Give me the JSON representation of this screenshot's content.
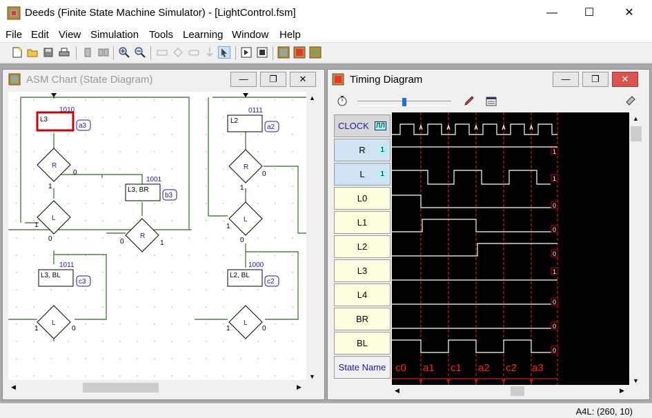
{
  "app": {
    "title": "Deeds (Finite State Machine Simulator) - [LightControl.fsm]"
  },
  "menu": [
    "File",
    "Edit",
    "View",
    "Simulation",
    "Tools",
    "Learning",
    "Window",
    "Help"
  ],
  "asm": {
    "title": "ASM Chart (State Diagram)",
    "states": [
      {
        "name": "L3",
        "code": "1010",
        "label": "a3"
      },
      {
        "name": "L2",
        "code": "0111",
        "label": "a2"
      },
      {
        "name": "L3, BR",
        "code": "1001",
        "label": "b3"
      },
      {
        "name": "L3, BL",
        "code": "1011",
        "label": "c3"
      },
      {
        "name": "L2, BL",
        "code": "1000",
        "label": "c2"
      }
    ],
    "decisions": {
      "r": "R",
      "l": "L"
    },
    "branch": {
      "zero": "0",
      "one": "1"
    }
  },
  "timing": {
    "title": "Timing Diagram",
    "signals": [
      {
        "name": "CLOCK",
        "value": ""
      },
      {
        "name": "R",
        "value": "1"
      },
      {
        "name": "L",
        "value": "1"
      },
      {
        "name": "L0",
        "value": "0"
      },
      {
        "name": "L1",
        "value": "0"
      },
      {
        "name": "L2",
        "value": "0"
      },
      {
        "name": "L3",
        "value": "1"
      },
      {
        "name": "L4",
        "value": "0"
      },
      {
        "name": "BR",
        "value": "0"
      },
      {
        "name": "BL",
        "value": "0"
      }
    ],
    "state_name_label": "State Name",
    "state_sequence": [
      "c0",
      "a1",
      "c1",
      "a2",
      "c2",
      "a3"
    ]
  },
  "status": {
    "coords": "A4L: (260, 10)"
  },
  "colors": {
    "wire": "#2f6b1f",
    "state_code": "#1a1aa6",
    "selected": "#cc0000",
    "trace": "#ffffff",
    "divider": "#ff2020"
  }
}
